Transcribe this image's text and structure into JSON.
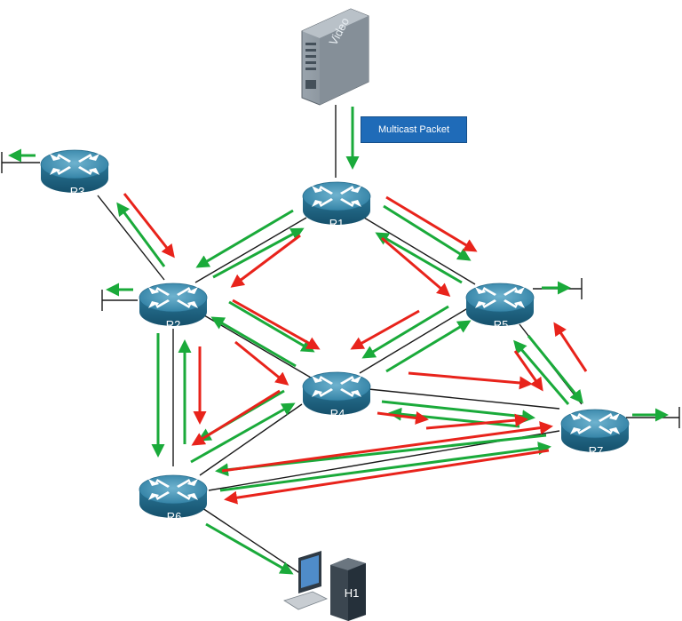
{
  "server": {
    "label": "Video"
  },
  "callout": {
    "text": "Multicast Packet"
  },
  "routers": [
    {
      "id": "R1",
      "label": "R1"
    },
    {
      "id": "R2",
      "label": "R2"
    },
    {
      "id": "R3",
      "label": "R3"
    },
    {
      "id": "R4",
      "label": "R4"
    },
    {
      "id": "R5",
      "label": "R5"
    },
    {
      "id": "R6",
      "label": "R6"
    },
    {
      "id": "R7",
      "label": "R7"
    }
  ],
  "host": {
    "label": "H1"
  },
  "links": [
    [
      "Video",
      "R1"
    ],
    [
      "R1",
      "R2"
    ],
    [
      "R1",
      "R5"
    ],
    [
      "R2",
      "R3"
    ],
    [
      "R2",
      "R4"
    ],
    [
      "R2",
      "R6"
    ],
    [
      "R4",
      "R5"
    ],
    [
      "R4",
      "R6"
    ],
    [
      "R4",
      "R7"
    ],
    [
      "R5",
      "R7"
    ],
    [
      "R6",
      "R7"
    ],
    [
      "R6",
      "H1"
    ]
  ],
  "arrow_colors": {
    "forward": "#1aaa3a",
    "pruned": "#e8231b"
  }
}
